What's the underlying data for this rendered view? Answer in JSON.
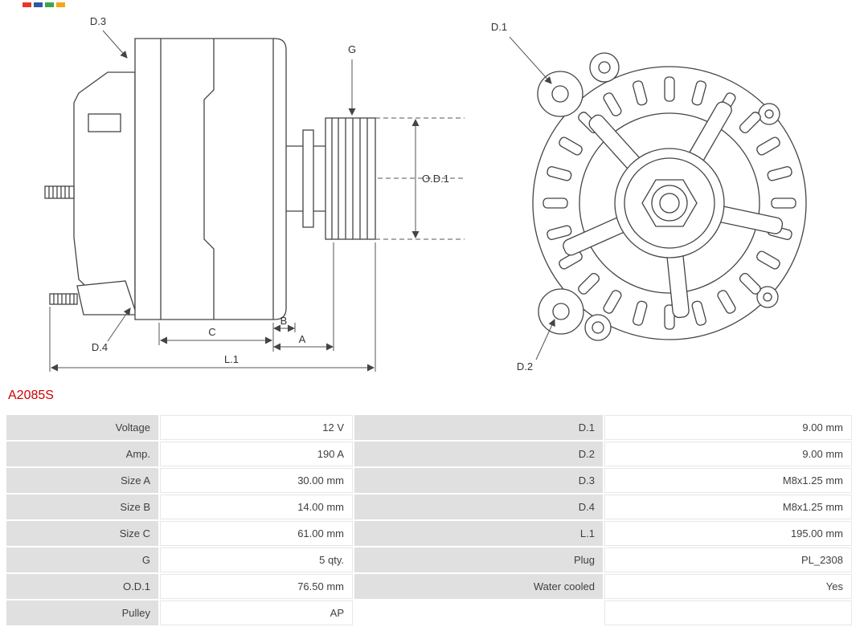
{
  "part": {
    "number": "A2085S"
  },
  "colors": {
    "part_number": "#cc0000",
    "label_cell_bg": "#e0e0e0",
    "line_art": "#444444"
  },
  "diagram": {
    "labels": {
      "d1": "D.1",
      "d2": "D.2",
      "d3": "D.3",
      "d4": "D.4",
      "g": "G",
      "od1": "O.D.1",
      "a": "A",
      "b": "B",
      "c": "C",
      "l1": "L.1"
    }
  },
  "table": {
    "rows": [
      {
        "label_left": "Voltage",
        "value_left": "12 V",
        "label_right": "D.1",
        "value_right": "9.00 mm"
      },
      {
        "label_left": "Amp.",
        "value_left": "190 A",
        "label_right": "D.2",
        "value_right": "9.00 mm"
      },
      {
        "label_left": "Size A",
        "value_left": "30.00 mm",
        "label_right": "D.3",
        "value_right": "M8x1.25 mm"
      },
      {
        "label_left": "Size B",
        "value_left": "14.00 mm",
        "label_right": "D.4",
        "value_right": "M8x1.25 mm"
      },
      {
        "label_left": "Size C",
        "value_left": "61.00 mm",
        "label_right": "L.1",
        "value_right": "195.00 mm"
      },
      {
        "label_left": "G",
        "value_left": "5 qty.",
        "label_right": "Plug",
        "value_right": "PL_2308"
      },
      {
        "label_left": "O.D.1",
        "value_left": "76.50 mm",
        "label_right": "Water cooled",
        "value_right": "Yes"
      },
      {
        "label_left": "Pulley",
        "value_left": "AP",
        "label_right": "",
        "value_right": ""
      }
    ]
  }
}
